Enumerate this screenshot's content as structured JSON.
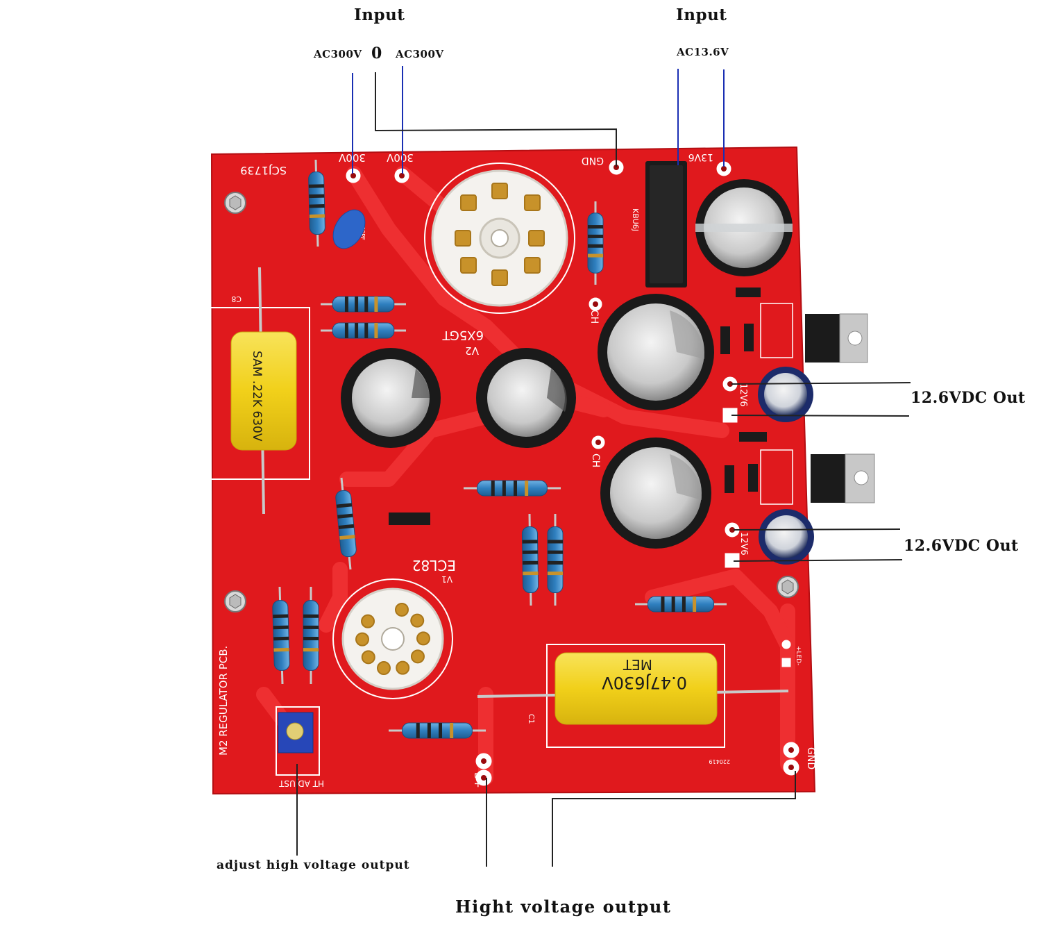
{
  "labels": {
    "input_left": "Input",
    "input_right": "Input",
    "ac300v_left": "AC300V",
    "zero": "0",
    "ac300v_right": "AC300V",
    "ac13_6v": "AC13.6V",
    "out_upper": "12.6VDC Out",
    "out_lower": "12.6VDC Out",
    "adjust": "adjust high voltage output",
    "hv_output": "Hight voltage output"
  },
  "board": {
    "model": "SCJ1739",
    "name": "M2 REGULATOR PCB.",
    "ht_adjust": "HT ADJUST",
    "pad_300v_a": "300V",
    "pad_300v_b": "300V",
    "pad_gnd_top": "GND",
    "pad_13v6": "13V6",
    "pad_gnd_bottom": "GND",
    "pad_bplus": "B+",
    "pad_12v6_a": "12V6",
    "pad_12v6_b": "12V6",
    "pad_ch_a": "CH",
    "pad_ch_b": "CH",
    "tube_v2": "6X5GT",
    "tube_v2_ref": "V2",
    "tube_v1": "ECL82",
    "tube_v1_ref": "V1",
    "cap_c8_text": "SAM .22K 630V",
    "cap_c8_ref": "C8",
    "cap_c1_text": "0.47J630V",
    "cap_c1_sub": "MET",
    "cap_c1_ref": "C1",
    "bridge": "KBU6J",
    "cap_c10": "4700PF",
    "led": "+LED-",
    "date": "220419"
  },
  "colors": {
    "pcb": "#e0191d",
    "pcb_dark": "#c90f14",
    "trace": "#f03234",
    "wire": "#222222",
    "wire_blue": "#1a2fb3",
    "yellow_cap": "#f3d21d",
    "resistor_blue": "#2f7fbf"
  }
}
